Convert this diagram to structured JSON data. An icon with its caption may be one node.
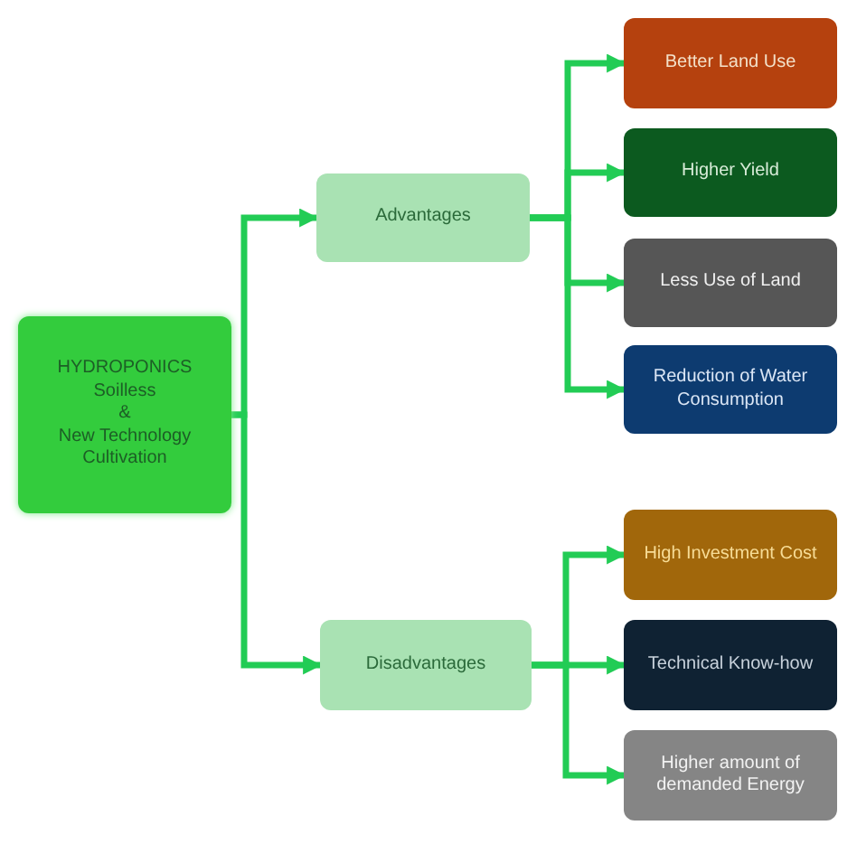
{
  "diagram": {
    "nodes": [
      {
        "text": [
          "HYDROPONICS",
          "Soilless",
          "&",
          "New Technology",
          "Cultivation"
        ]
      },
      {
        "text": [
          "Advantages"
        ]
      },
      {
        "text": [
          "Disadvantages"
        ]
      },
      {
        "text": [
          "Better Land Use"
        ]
      },
      {
        "text": [
          "Higher Yield"
        ]
      },
      {
        "text": [
          "Less Use of Land"
        ]
      },
      {
        "text": [
          "Reduction of Water Consumption"
        ]
      },
      {
        "text": [
          "High Investment Cost"
        ]
      },
      {
        "text": [
          "Technical Know-how"
        ]
      },
      {
        "text": [
          "Higher amount of demanded Energy"
        ]
      }
    ],
    "edges": [
      {
        "from": 0,
        "to": 1,
        "arrow": "to"
      },
      {
        "from": 0,
        "to": 2,
        "arrow": "to"
      },
      {
        "from": 1,
        "to": 3,
        "arrow": "to"
      },
      {
        "from": 1,
        "to": 4,
        "arrow": "to"
      },
      {
        "from": 1,
        "to": 5,
        "arrow": "to"
      },
      {
        "from": 1,
        "to": 6,
        "arrow": "to"
      },
      {
        "from": 2,
        "to": 7,
        "arrow": "to"
      },
      {
        "from": 2,
        "to": 8,
        "arrow": "to"
      },
      {
        "from": 2,
        "to": 9,
        "arrow": "to"
      }
    ]
  }
}
